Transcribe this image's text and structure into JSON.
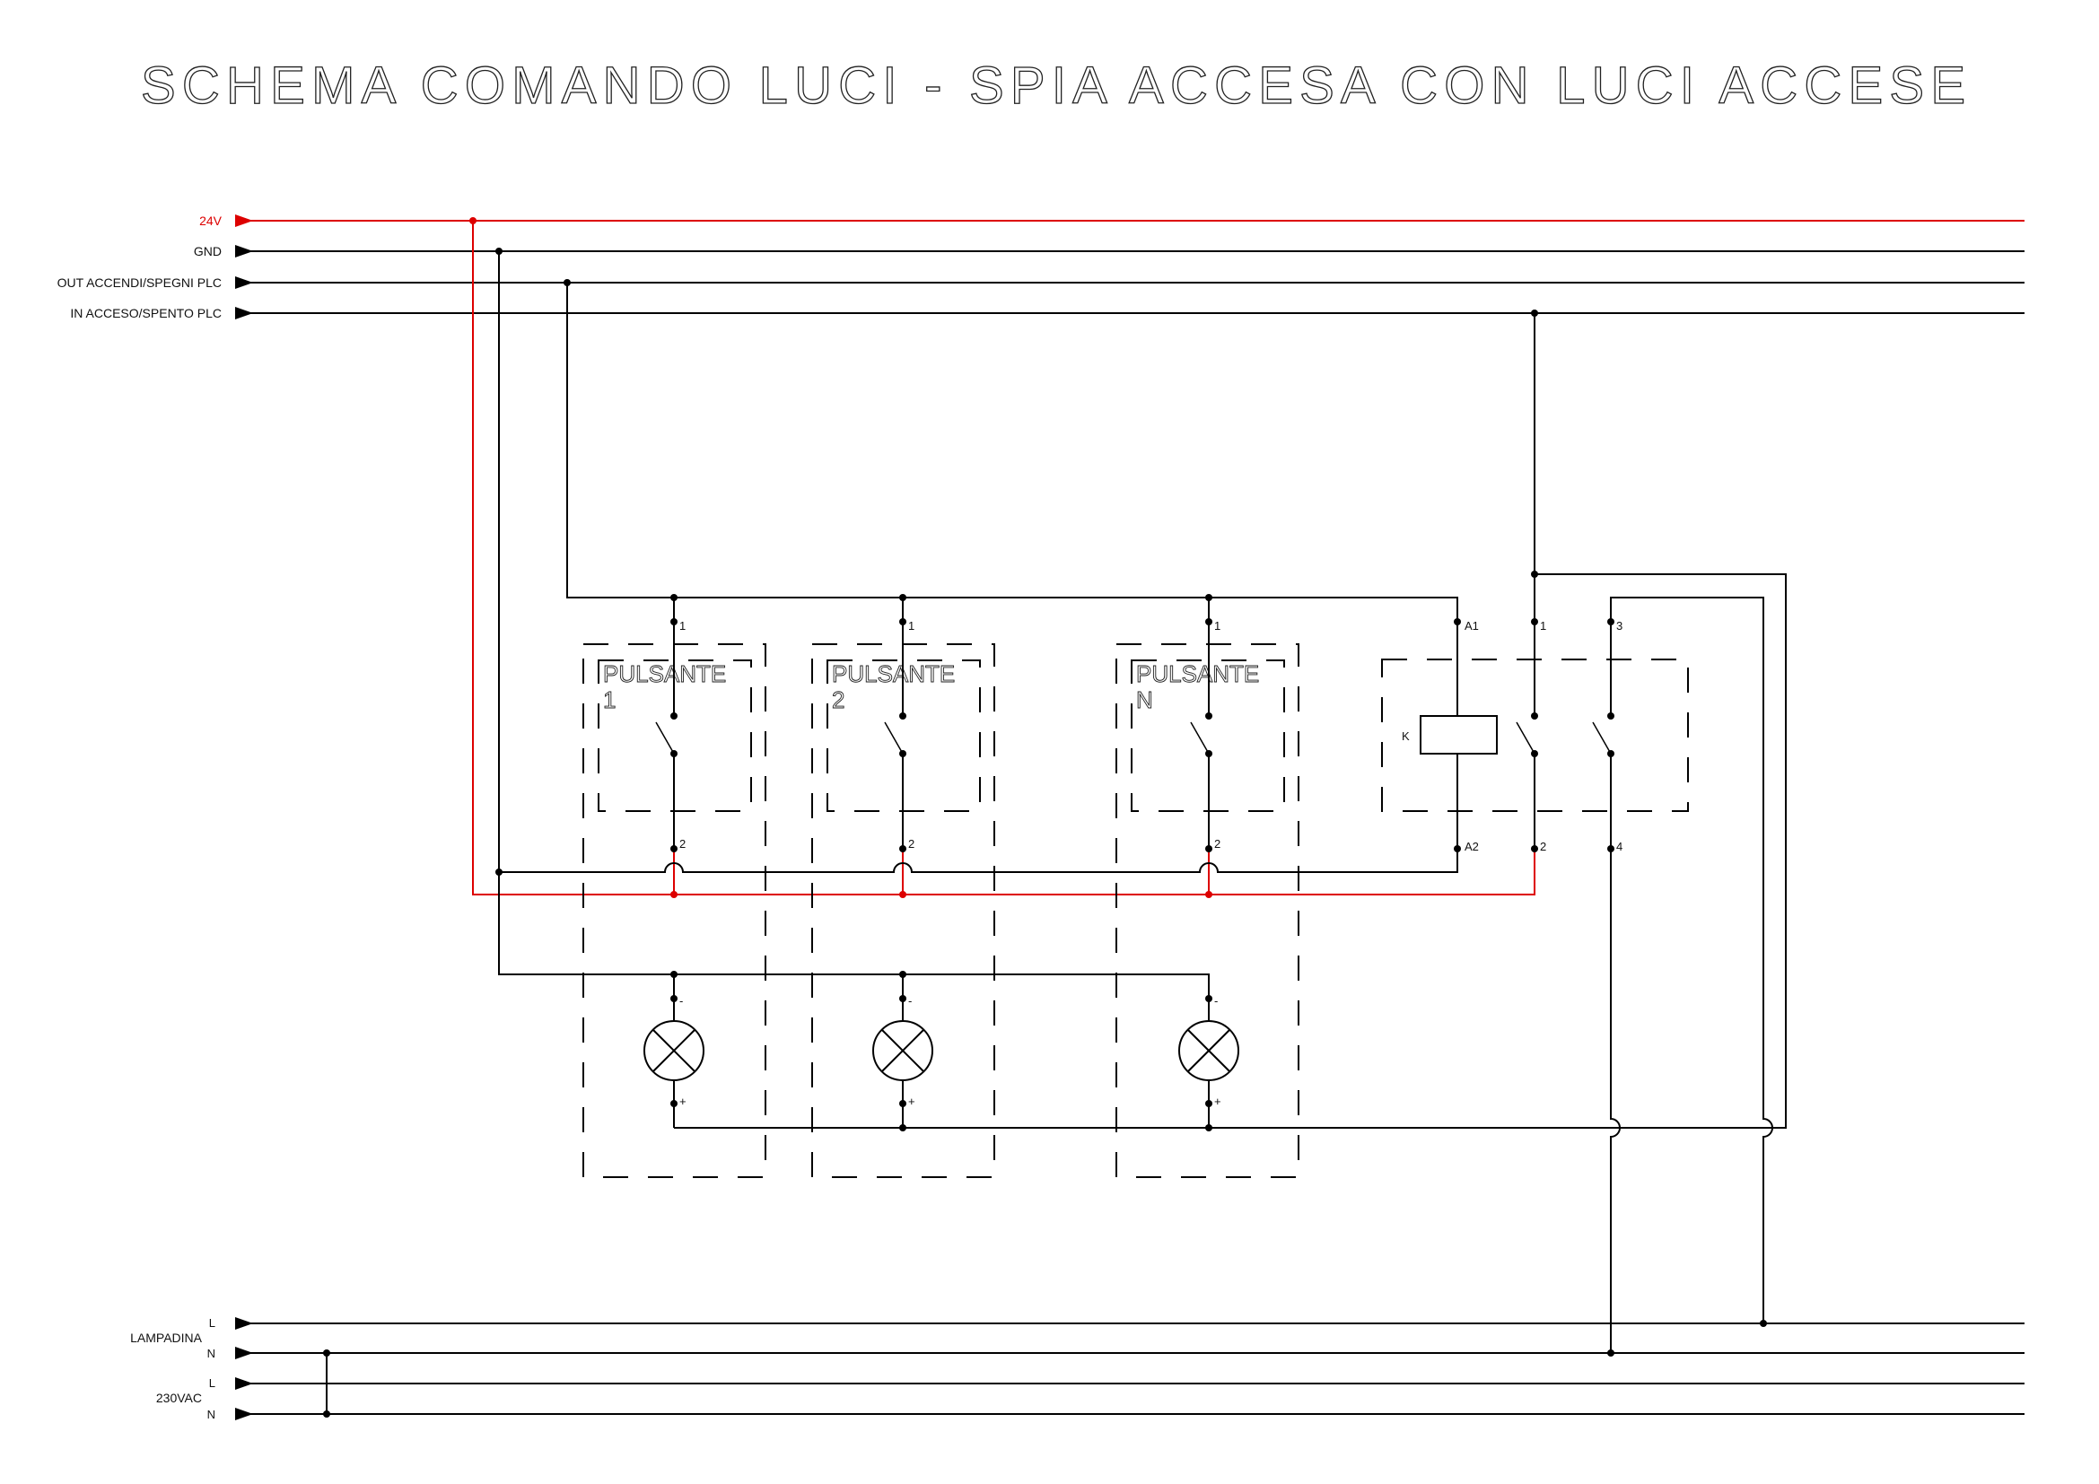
{
  "title": "SCHEMA COMANDO LUCI - SPIA ACCESA CON LUCI ACCESE",
  "buses_top": [
    {
      "label": "24V",
      "color": "#dd0000"
    },
    {
      "label": "GND",
      "color": "#000000"
    },
    {
      "label": "OUT ACCENDI/SPEGNI PLC",
      "color": "#000000"
    },
    {
      "label": "IN ACCESO/SPENTO PLC",
      "color": "#000000"
    }
  ],
  "buses_bottom": {
    "lampadina": {
      "label": "LAMPADINA",
      "l": "L",
      "n": "N"
    },
    "vac": {
      "label": "230VAC",
      "l": "L",
      "n": "N"
    }
  },
  "pulsanti": [
    {
      "name": "PULSANTE",
      "num": "1",
      "t1": "1",
      "t2": "2"
    },
    {
      "name": "PULSANTE",
      "num": "2",
      "t1": "1",
      "t2": "2"
    },
    {
      "name": "PULSANTE",
      "num": "N",
      "t1": "1",
      "t2": "2"
    }
  ],
  "lamps": [
    {
      "minus": "-",
      "plus": "+"
    },
    {
      "minus": "-",
      "plus": "+"
    },
    {
      "minus": "-",
      "plus": "+"
    }
  ],
  "relay": {
    "coil": "K",
    "a1": "A1",
    "a2": "A2",
    "c1": "1",
    "c2": "2",
    "c3": "3",
    "c4": "4"
  }
}
